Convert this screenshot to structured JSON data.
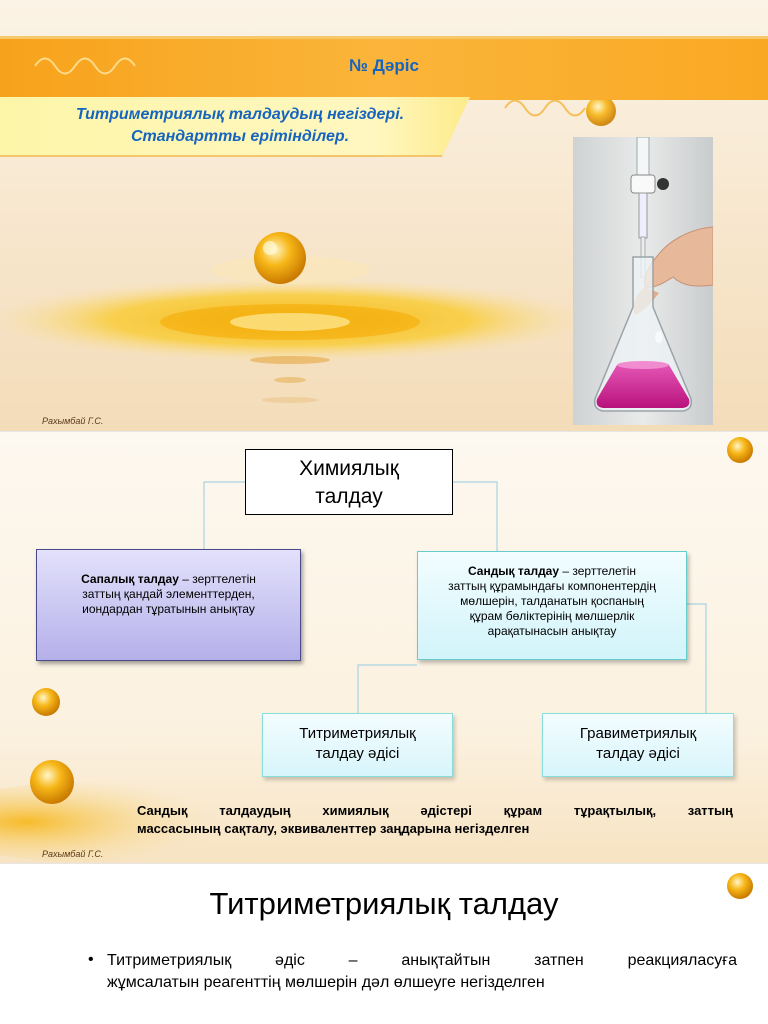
{
  "slide1": {
    "heading": "№    Дәріс",
    "title_line1": "Титриметриялық талдаудың негіздері.",
    "title_line2": "Стандартты ерітінділер.",
    "author": "Рахымбай Г.С."
  },
  "slide2": {
    "root_line1": "Химиялық",
    "root_line2": "талдау",
    "qualitative": {
      "term": "Сапалық талдау",
      "line1_rest": " – зерттелетін",
      "line2": "заттың қандай элементтерден,",
      "line3": "иондардан тұратынын анықтау"
    },
    "quantitative": {
      "term": "Сандық талдау",
      "line1_rest": " – зерттелетін",
      "line2": "заттың құрамындағы компонентердің",
      "line3": "мөлшерін, талданатын қоспаның",
      "line4": "құрам бөліктерінің мөлшерлік",
      "line5": "арақатынасын  анықтау"
    },
    "titrimetric_line1": "Титриметриялық",
    "titrimetric_line2": "талдау әдісі",
    "gravimetric_line1": "Гравиметриялық",
    "gravimetric_line2": "талдау әдісі",
    "note_line1": "Сандық талдаудың химиялық әдістері құрам тұрақтылық, заттың",
    "note_line2": "массасының сақталу, эквиваленттер заңдарына негізделген",
    "author": "Рахымбай Г.С."
  },
  "slide3": {
    "title": "Титриметриялық талдау",
    "bullet": "•",
    "text_line1": "Титриметриялық әдіс – анықтайтын затпен реакцияласуға",
    "text_line2": "жұмсалатын реагенттің мөлшерін дәл өлшеуге негізделген"
  },
  "colors": {
    "orange_band": "#f7a21b",
    "title_blue": "#1565c0",
    "yellow_box": "#fff7c0",
    "qual_box": "#b5b0ea",
    "quant_box": "#d2f4fa",
    "connector": "#a8d4e2",
    "pink_solution": "#c5208c"
  },
  "icons": {
    "decor": "oil-droplet-icon",
    "photo": "titration-flask-photo"
  }
}
